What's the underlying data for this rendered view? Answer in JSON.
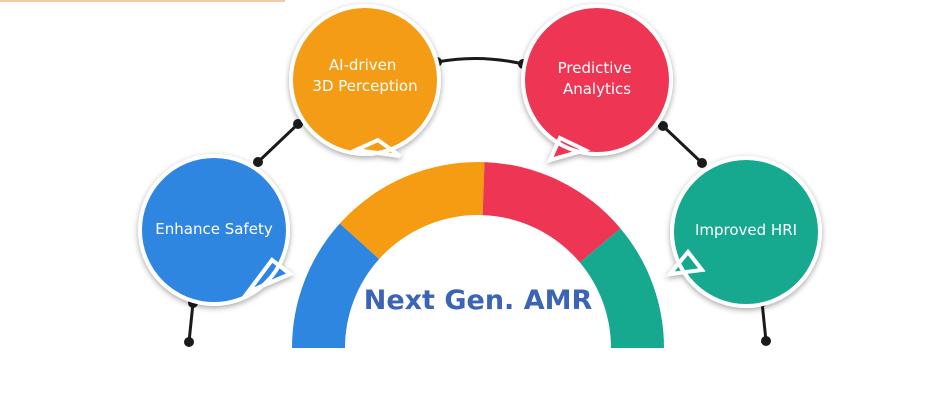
{
  "center": {
    "title": "Next Gen. AMR"
  },
  "bubbles": [
    {
      "lines": [
        "Enhance Safety"
      ],
      "color": "#2f86e0"
    },
    {
      "lines": [
        "AI-driven",
        "3D Perception"
      ],
      "color": "#f59c12"
    },
    {
      "lines": [
        "Predictive",
        "Analytics"
      ],
      "color": "#ee3553"
    },
    {
      "lines": [
        "Improved HRI"
      ],
      "color": "#16a98f"
    }
  ],
  "arc_segments": [
    {
      "color": "#2f86e0"
    },
    {
      "color": "#f59c12"
    },
    {
      "color": "#ee3553"
    },
    {
      "color": "#16a98f"
    }
  ],
  "connector_color": "#1a1a1a"
}
